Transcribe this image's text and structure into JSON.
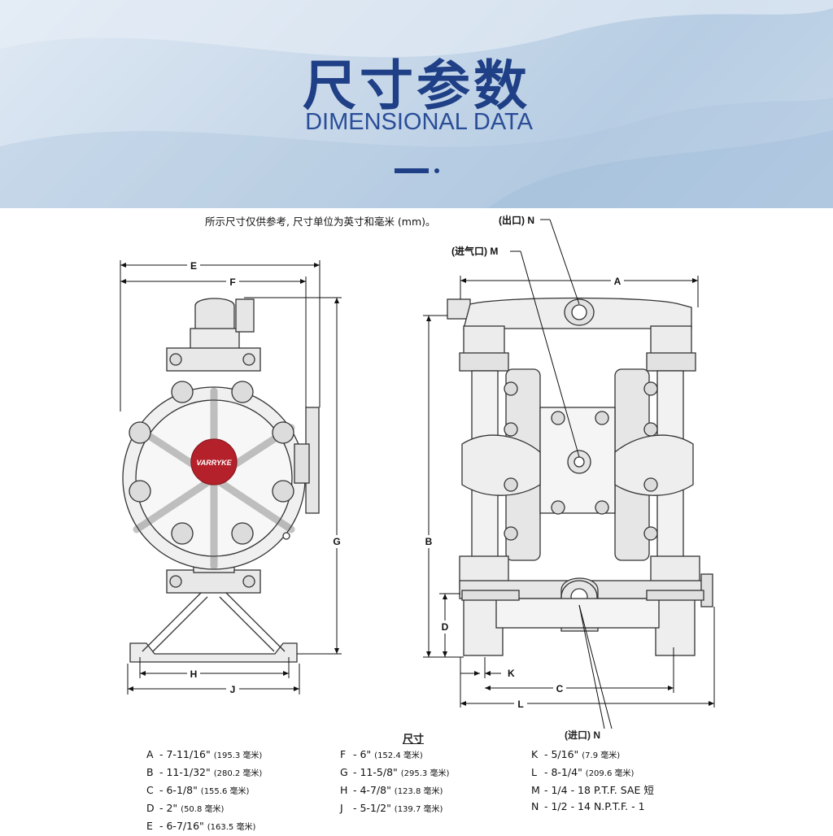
{
  "header": {
    "title_cn": "尺寸参数",
    "title_en": "DIMENSIONAL DATA"
  },
  "note": "所示尺寸仅供参考, 尺寸单位为英寸和毫米 (mm)。",
  "logo_text": "VARRYKE",
  "drawing_labels": {
    "outlet": "(出口) N",
    "air_inlet": "(进气口) M",
    "inlet": "(进口) N",
    "E": "E",
    "F": "F",
    "G": "G",
    "H": "H",
    "J": "J",
    "A": "A",
    "B": "B",
    "C": "C",
    "D": "D",
    "K": "K",
    "L": "L"
  },
  "dimensions_title": "尺寸",
  "dimensions": [
    {
      "key": "A",
      "imperial": "7-11/16\"",
      "metric": "(195.3 毫米)"
    },
    {
      "key": "B",
      "imperial": "11-1/32\"",
      "metric": "(280.2 毫米)"
    },
    {
      "key": "C",
      "imperial": "6-1/8\"",
      "metric": "(155.6 毫米)"
    },
    {
      "key": "D",
      "imperial": "2\"",
      "metric": "(50.8 毫米)"
    },
    {
      "key": "E",
      "imperial": "6-7/16\"",
      "metric": "(163.5 毫米)"
    },
    {
      "key": "F",
      "imperial": "6\"",
      "metric": "(152.4 毫米)"
    },
    {
      "key": "G",
      "imperial": "11-5/8\"",
      "metric": "(295.3 毫米)"
    },
    {
      "key": "H",
      "imperial": "4-7/8\"",
      "metric": "(123.8 毫米)"
    },
    {
      "key": "J",
      "imperial": "5-1/2\"",
      "metric": "(139.7 毫米)"
    },
    {
      "key": "K",
      "imperial": "5/16\"",
      "metric": "(7.9 毫米)"
    },
    {
      "key": "L",
      "imperial": "8-1/4\"",
      "metric": "(209.6 毫米)"
    },
    {
      "key": "M",
      "imperial": "1/4 - 18 P.T.F. SAE 短",
      "metric": ""
    },
    {
      "key": "N",
      "imperial": "1/2 - 14 N.P.T.F. - 1",
      "metric": ""
    }
  ]
}
